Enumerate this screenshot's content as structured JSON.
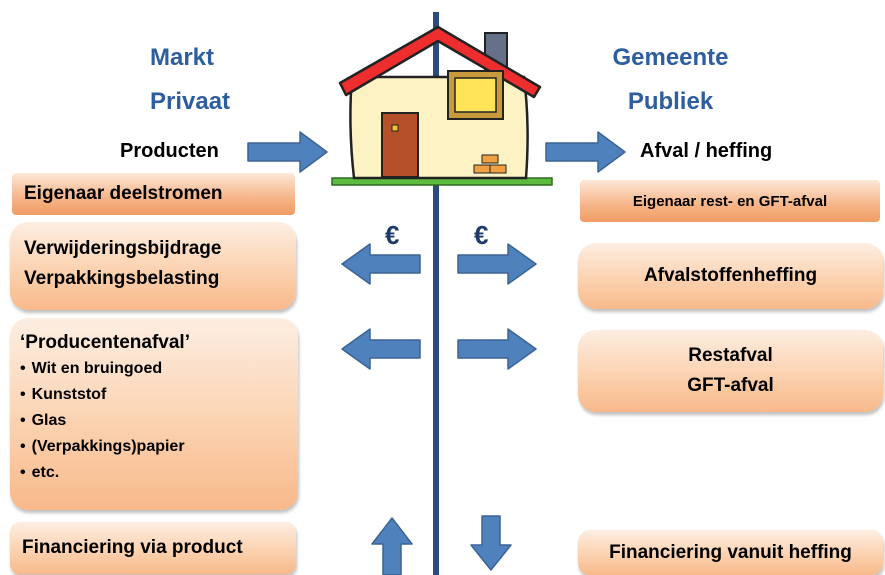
{
  "left_header": {
    "line1": "Markt",
    "line2": "Privaat"
  },
  "right_header": {
    "line1": "Gemeente",
    "line2": "Publiek"
  },
  "inflow_label": "Producten",
  "outflow_label": "Afval / heffing",
  "left_owner": "Eigenaar deelstromen",
  "right_owner": "Eigenaar rest- en GFT-afval",
  "euro_symbol": "€",
  "left_fee_box": {
    "line1": "Verwijderingsbijdrage",
    "line2": "Verpakkingsbelasting"
  },
  "right_fee_box": {
    "line1": "Afvalstoffenheffing"
  },
  "producer_waste": {
    "title": "‘Producentenafval’",
    "items": [
      "Wit en bruingoed",
      "Kunststof",
      "Glas",
      "(Verpakkings)papier",
      "etc."
    ]
  },
  "right_waste_box": {
    "line1": "Restafval",
    "line2": "GFT-afval"
  },
  "left_financing": "Financiering via product",
  "right_financing": "Financiering vanuit heffing",
  "colors": {
    "header_blue": "#2E5E9E",
    "divider": "#2B4A7E",
    "arrow_fill": "#4F81BD",
    "box_orange": "#F8B98A"
  }
}
